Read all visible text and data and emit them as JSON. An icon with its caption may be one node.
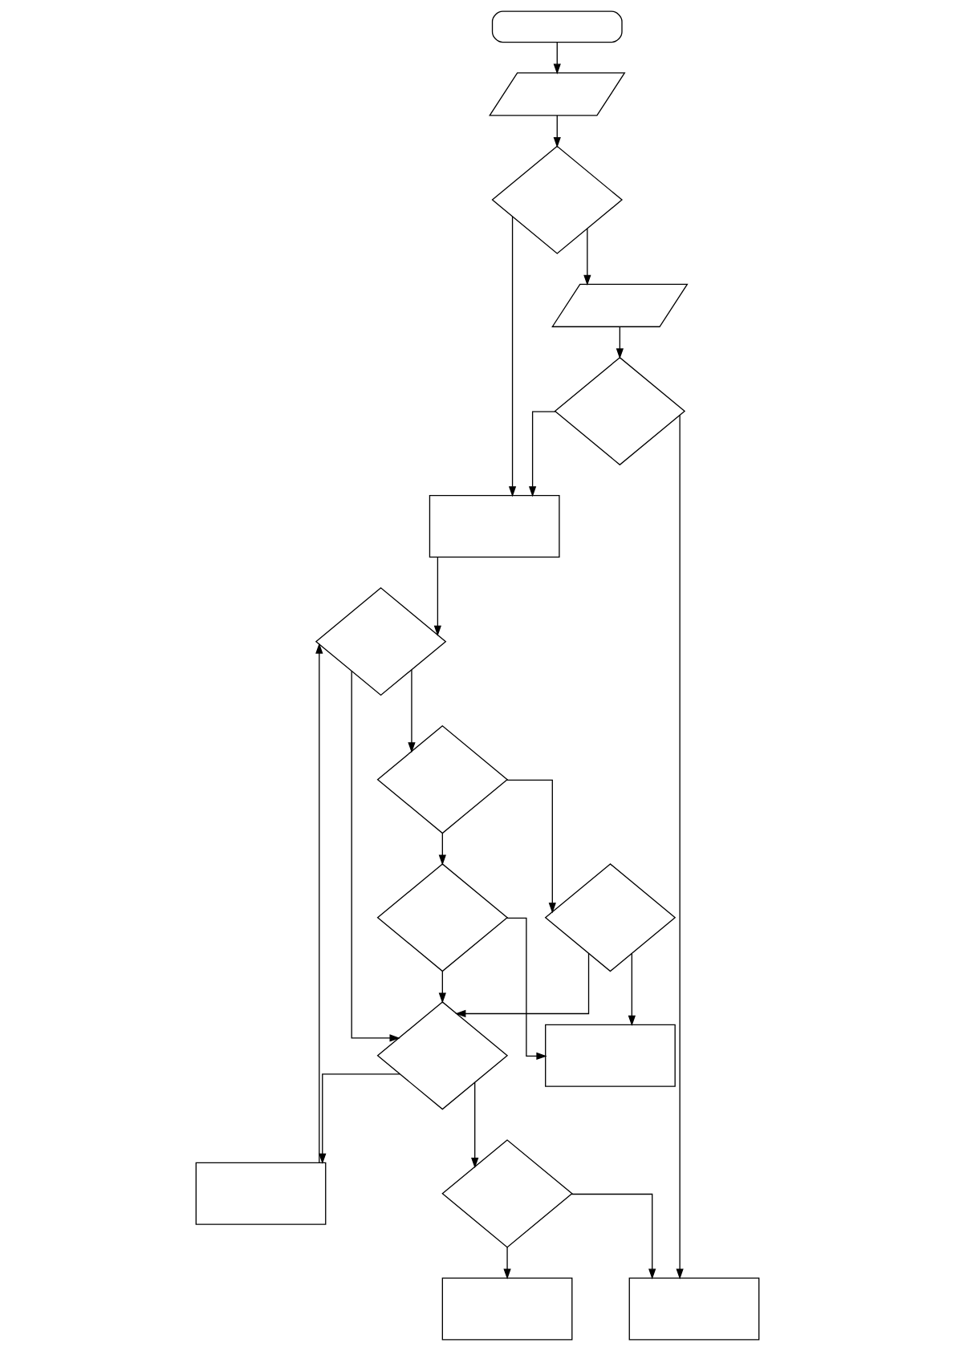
{
  "diagram": {
    "nodes": [
      {
        "text": [],
        "shape": "terminal"
      },
      {
        "text": [],
        "shape": "parallelogram"
      },
      {
        "text": [],
        "shape": "diamond"
      },
      {
        "text": [],
        "shape": "parallelogram"
      },
      {
        "text": [],
        "shape": "diamond"
      },
      {
        "text": [],
        "shape": "box"
      },
      {
        "text": [],
        "shape": "box"
      },
      {
        "text": [],
        "shape": "diamond"
      },
      {
        "text": [],
        "shape": "diamond"
      },
      {
        "text": [],
        "shape": "diamond"
      },
      {
        "text": [],
        "shape": "diamond"
      },
      {
        "text": [],
        "shape": "diamond"
      },
      {
        "text": [],
        "shape": "diamond"
      },
      {
        "text": [],
        "shape": "box"
      },
      {
        "text": [],
        "shape": "box"
      },
      {
        "text": [],
        "shape": "box"
      }
    ],
    "edges": [
      {
        "from": 0,
        "to": 1,
        "arrow": "to"
      },
      {
        "from": 1,
        "to": 2,
        "arrow": "to"
      },
      {
        "from": 2,
        "to": 3,
        "arrow": "to"
      },
      {
        "from": 2,
        "to": 5,
        "arrow": "to"
      },
      {
        "from": 3,
        "to": 4,
        "arrow": "to"
      },
      {
        "from": 4,
        "to": 5,
        "arrow": "to"
      },
      {
        "from": 4,
        "to": 13,
        "arrow": "to"
      },
      {
        "from": 5,
        "to": 8,
        "arrow": "to"
      },
      {
        "from": 6,
        "to": 8,
        "arrow": "to"
      },
      {
        "from": 8,
        "to": 7,
        "arrow": "to"
      },
      {
        "from": 7,
        "to": 6,
        "arrow": "to"
      },
      {
        "from": 7,
        "to": 9,
        "arrow": "to"
      },
      {
        "from": 9,
        "to": 13,
        "arrow": "to"
      },
      {
        "from": 9,
        "to": 14,
        "arrow": "to"
      },
      {
        "from": 8,
        "to": 10,
        "arrow": "to"
      },
      {
        "from": 10,
        "to": 11,
        "arrow": "to"
      },
      {
        "from": 10,
        "to": 12,
        "arrow": "to"
      },
      {
        "from": 11,
        "to": 7,
        "arrow": "to"
      },
      {
        "from": 12,
        "to": 7,
        "arrow": "to"
      },
      {
        "from": 11,
        "to": 15,
        "arrow": "to"
      },
      {
        "from": 12,
        "to": 15,
        "arrow": "to"
      }
    ]
  }
}
